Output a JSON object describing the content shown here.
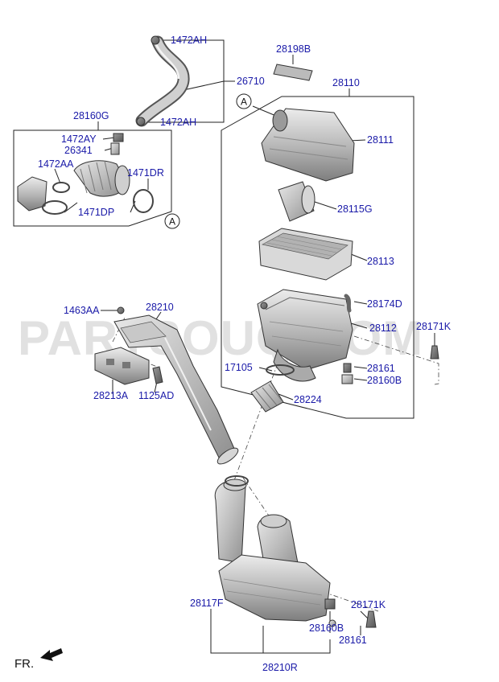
{
  "watermark": "PARTSOUQ.COM",
  "direction_label": "FR.",
  "callouts": {
    "a1": "A",
    "a2": "A"
  },
  "labels": {
    "l_1472AH_top": "1472AH",
    "l_26710": "26710",
    "l_28198B": "28198B",
    "l_28110": "28110",
    "l_1472AH_bot": "1472AH",
    "l_28160G": "28160G",
    "l_1472AY": "1472AY",
    "l_26341": "26341",
    "l_1472AA": "1472AA",
    "l_1471DR": "1471DR",
    "l_1471DP": "1471DP",
    "l_28111": "28111",
    "l_28115G": "28115G",
    "l_28113": "28113",
    "l_28174D": "28174D",
    "l_1463AA": "1463AA",
    "l_28210": "28210",
    "l_28112": "28112",
    "l_28171K_top": "28171K",
    "l_17105": "17105",
    "l_28161_top": "28161",
    "l_28160B_top": "28160B",
    "l_28213A": "28213A",
    "l_1125AD": "1125AD",
    "l_28224": "28224",
    "l_28117F": "28117F",
    "l_28171K_bot": "28171K",
    "l_28160B_bot": "28160B",
    "l_28161_bot": "28161",
    "l_28210R": "28210R"
  }
}
